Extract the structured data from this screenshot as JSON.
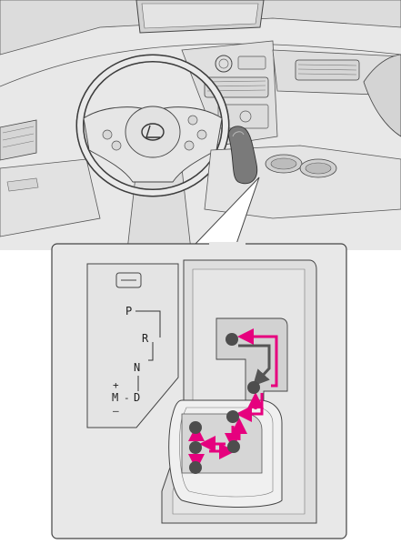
{
  "illustration": {
    "callout_subject": "shift-lever",
    "dashboard_items": [
      "steering-wheel",
      "lexus-emblem",
      "center-display",
      "air-vents",
      "cup-holders",
      "shift-lever"
    ]
  },
  "indicator_panel": {
    "labels": {
      "p": "P",
      "r": "R",
      "n": "N",
      "d": "D",
      "m": "M",
      "plus": "+",
      "minus": "–",
      "dash": "-"
    }
  },
  "colors": {
    "background": "#ffffff",
    "illustration_fill": "#e8e8e8",
    "line_art": "#333333",
    "arrow_magenta": "#e6007e",
    "arrow_gray": "#555555",
    "position_dot": "#4d4d4d"
  }
}
